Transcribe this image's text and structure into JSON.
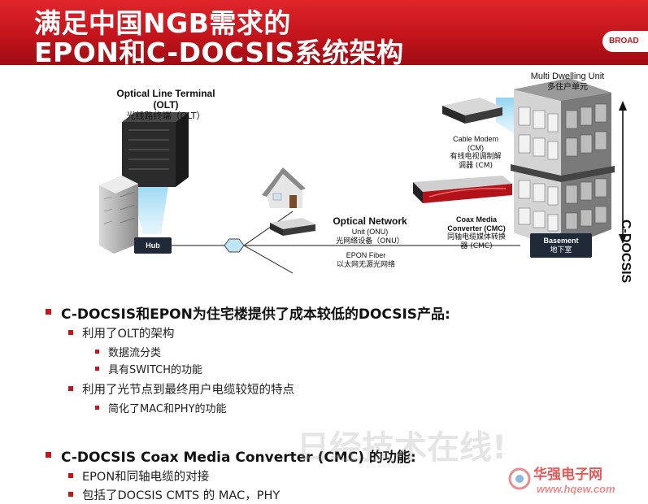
{
  "title": {
    "line1": "满足中国NGB需求的",
    "line2": "EPON和C-DOCSIS系统架构",
    "logo_text": "BROAD"
  },
  "diagram": {
    "olt": {
      "line1": "Optical Line Terminal",
      "line2": "(OLT)",
      "line3": "光线路终端（OLT）"
    },
    "hub": "Hub",
    "onu": {
      "line1": "Optical Network",
      "line2": "Unit (ONU)",
      "line3": "光网络设备（ONU）"
    },
    "fiber": {
      "line1": "EPON Fiber",
      "line2": "以太网无源光网络"
    },
    "cable_modem": {
      "line1": "Cable Modem",
      "line2": "(CM)",
      "line3": "有线电视调制解",
      "line4": "调器 (CM)"
    },
    "cmc": {
      "line1": "Coax Media",
      "line2": "Converter (CMC)",
      "line3": "同轴电缆媒体转换",
      "line4": "器 (CMC)"
    },
    "mdu": {
      "line1": "Multi Dwelling Unit",
      "line2": "多住户单元"
    },
    "basement": {
      "line1": "Basement",
      "line2": "地下室"
    },
    "side_label": "C-DOCSIS"
  },
  "bullets": [
    {
      "level": 1,
      "text": "C-DOCSIS和EPON为住宅楼提供了成本较低的DOCSIS产品:"
    },
    {
      "level": 2,
      "text": "利用了OLT的架构"
    },
    {
      "level": 3,
      "text": "数据流分类"
    },
    {
      "level": 3,
      "text": "具有SWITCH的功能"
    },
    {
      "level": 2,
      "text": "利用了光节点到最终用户电缆较短的特点"
    },
    {
      "level": 3,
      "text": "简化了MAC和PHY的功能"
    },
    {
      "level": 1,
      "text": "C-DOCSIS Coax Media Converter (CMC) 的功能:"
    },
    {
      "level": 2,
      "text": "EPON和同轴电缆的对接"
    },
    {
      "level": 2,
      "text": "包括了DOCSIS CMTS 的 MAC，PHY"
    }
  ],
  "watermark": {
    "main": "日经技术在线!",
    "brand": "华强电子网",
    "url": "www.hqew.com"
  },
  "colors": {
    "accent": "#c4141c",
    "box": "#1f2937",
    "beam": "#8fd3f4"
  }
}
